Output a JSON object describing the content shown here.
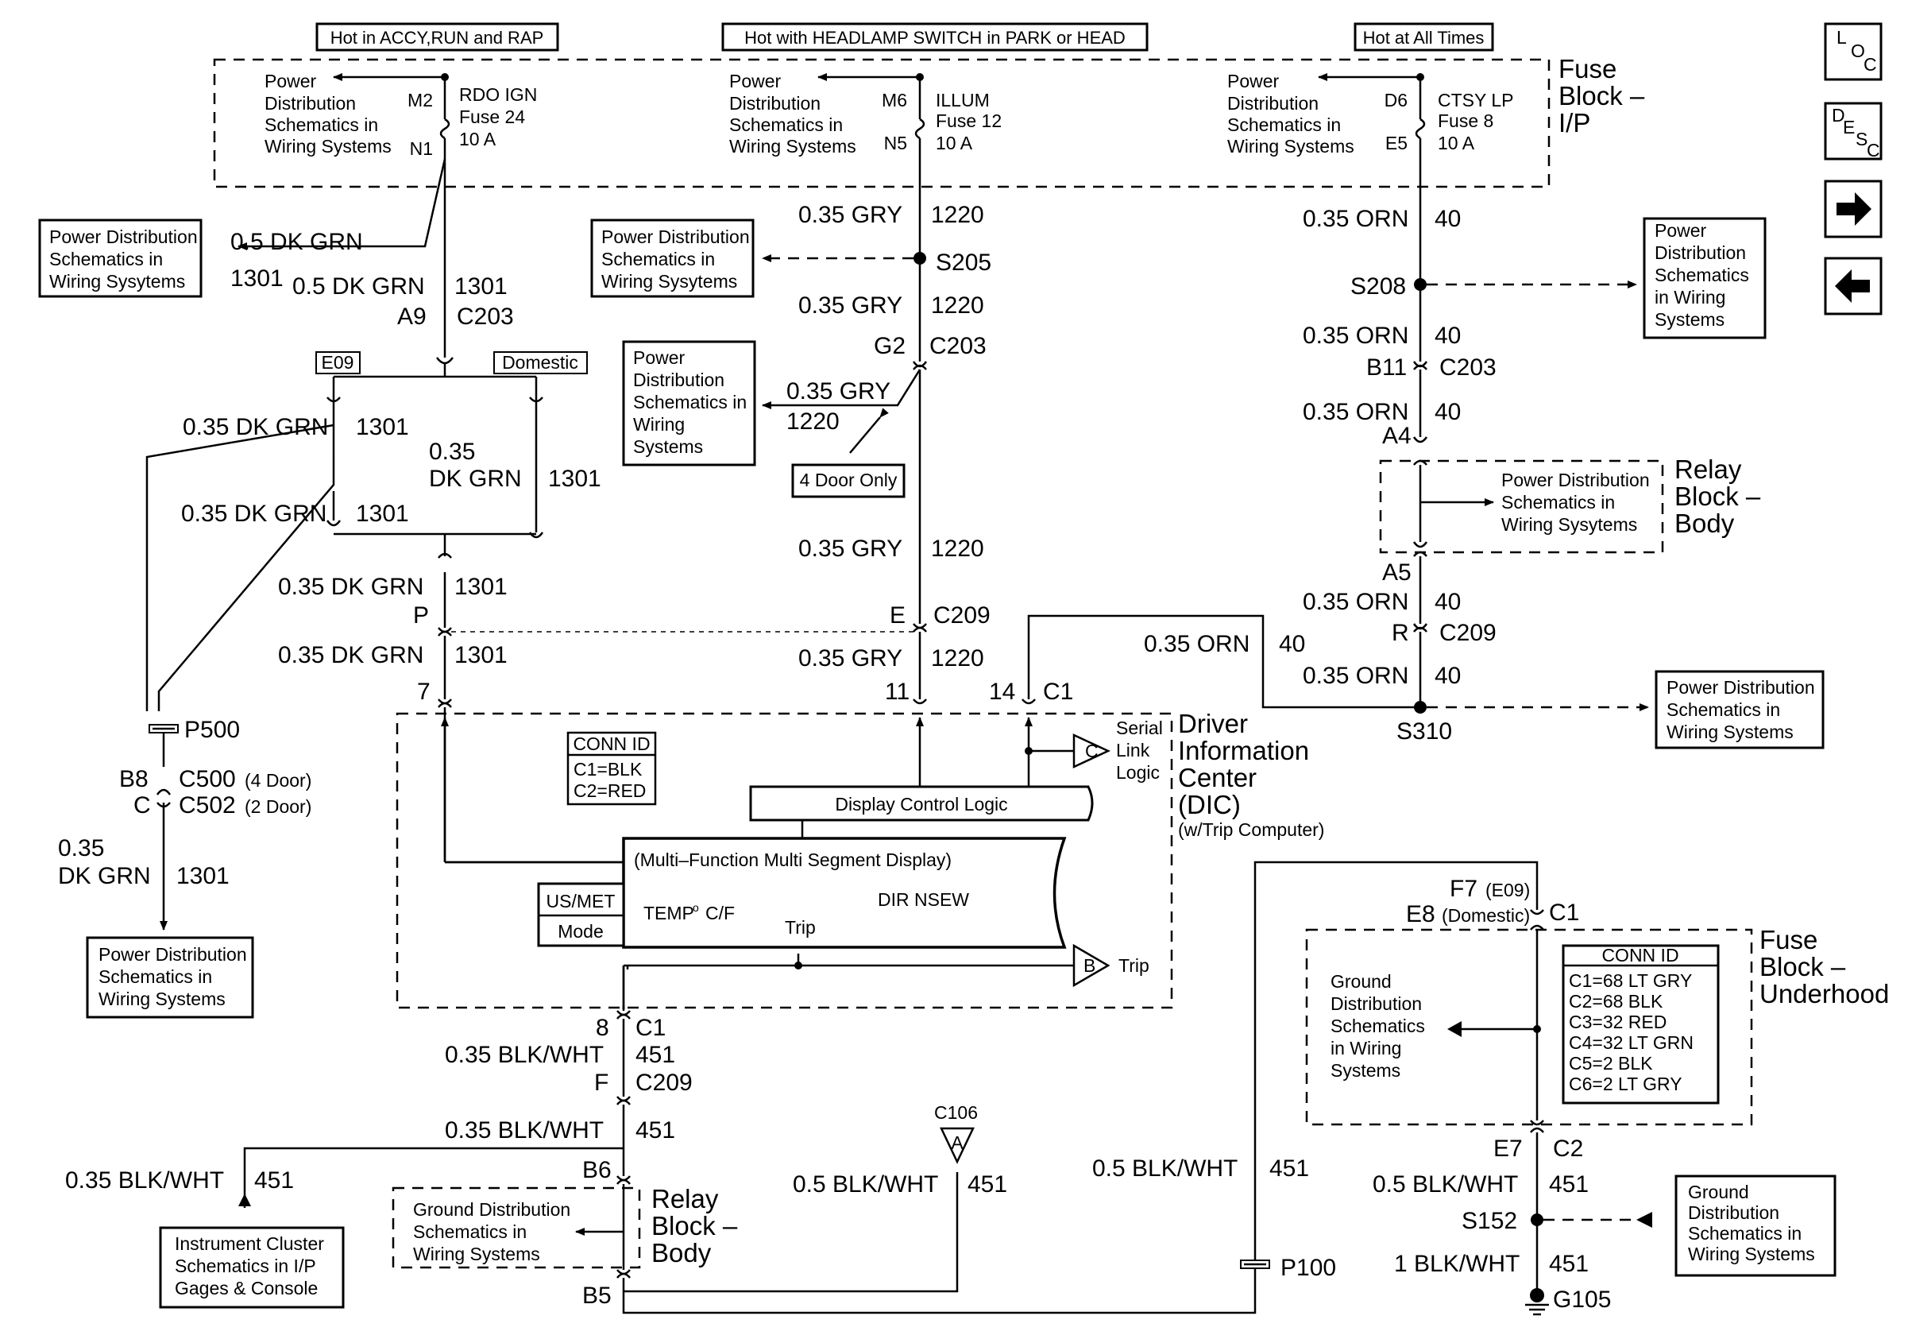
{
  "headers": {
    "accy": "Hot in ACCY,RUN and RAP",
    "headlamp": "Hot with HEADLAMP SWITCH in PARK or HEAD",
    "always": "Hot at All Times"
  },
  "fuse_block_ip": {
    "title1": "Fuse",
    "title2": "Block –",
    "title3": "I/P",
    "fuse24": {
      "pin_in": "M2",
      "pin_out": "N1",
      "name": "RDO IGN",
      "fuse": "Fuse 24",
      "rating": "10 A"
    },
    "fuse12": {
      "pin_in": "M6",
      "pin_out": "N5",
      "name": "ILLUM",
      "fuse": "Fuse 12",
      "rating": "10 A"
    },
    "fuse8": {
      "pin_in": "D6",
      "pin_out": "E5",
      "name": "CTSY LP",
      "fuse": "Fuse 8",
      "rating": "10 A"
    },
    "pd_text": [
      "Power",
      "Distribution",
      "Schematics in",
      "Wiring Systems"
    ]
  },
  "ref_boxes": {
    "pd_left": [
      "Power Distribution",
      "Schematics in",
      "Wiring Sysytems"
    ],
    "pd_s205": [
      "Power Distribution",
      "Schematics in",
      "Wiring Sysytems"
    ],
    "pd_4door": [
      "Power",
      "Distribution",
      "Schematics in",
      "Wiring",
      "Systems"
    ],
    "pd_s208": [
      "Power",
      "Distribution",
      "Schematics",
      "in Wiring",
      "Systems"
    ],
    "pd_relay": [
      "Power Distribution",
      "Schematics in",
      "Wiring Sysytems"
    ],
    "pd_s310": [
      "Power Distribution",
      "Schematics in",
      "Wiring Systems"
    ],
    "pd_bottom_left": [
      "Power Distribution",
      "Schematics in",
      "Wiring Systems"
    ],
    "instrument": [
      "Instrument Cluster",
      "Schematics in I/P",
      "Gages & Console"
    ],
    "gd_relay": [
      "Ground Distribution",
      "Schematics in",
      "Wiring Systems"
    ],
    "gd_underhood": [
      "Ground",
      "Distribution",
      "Schematics",
      "in Wiring",
      "Systems"
    ],
    "gd_s152": [
      "Ground",
      "Distribution",
      "Schematics in",
      "Wiring Systems"
    ]
  },
  "wires": {
    "dkgrn_05": "0.5 DK GRN",
    "dkgrn_035": "0.35 DK GRN",
    "dkgrn_035_a": "0.35",
    "dkgrn_035_b": "DK GRN",
    "gry": "0.35 GRY",
    "orn": "0.35 ORN",
    "blkwht_035": "0.35 BLK/WHT",
    "blkwht_05": "0.5 BLK/WHT",
    "blkwht_1": "1 BLK/WHT",
    "c1301": "1301",
    "c1220": "1220",
    "c40": "40",
    "c451": "451"
  },
  "connectors": {
    "a9": "A9",
    "c203": "C203",
    "g2": "G2",
    "b11": "B11",
    "a4": "A4",
    "a5": "A5",
    "p": "P",
    "e": "E",
    "c209": "C209",
    "r": "R",
    "pin7": "7",
    "pin11": "11",
    "pin14": "14",
    "c1": "C1",
    "p500": "P500",
    "b8": "B8",
    "c": "C",
    "c500": "C500",
    "c500_note": "(4 Door)",
    "c502": "C502",
    "c502_note": "(2 Door)",
    "pin8": "8",
    "f": "F",
    "b6": "B6",
    "b5": "B5",
    "c106": "C106",
    "a_tri": "A",
    "p100": "P100",
    "f7": "F7",
    "f7_note": "(E09)",
    "e8": "E8",
    "e8_note": "(Domestic)",
    "e7": "E7",
    "c2": "C2"
  },
  "splices": {
    "s205": "S205",
    "s208": "S208",
    "s310": "S310",
    "s152": "S152"
  },
  "ground": {
    "g105": "G105"
  },
  "options": {
    "e09": "E09",
    "domestic": "Domestic",
    "four_door": "4 Door Only"
  },
  "relay_block": {
    "title1": "Relay",
    "title2": "Block –",
    "title3": "Body"
  },
  "dic": {
    "title1": "Driver",
    "title2": "Information",
    "title3": "Center",
    "title4": "(DIC)",
    "title5": "(w/Trip Computer)",
    "conn_id_title": "CONN ID",
    "conn_id": [
      "C1=BLK",
      "C2=RED"
    ],
    "display_control": "Display Control Logic",
    "display": "(Multi–Function Multi Segment Display)",
    "temp": "TEMP",
    "temp_unit": "C/F",
    "dir": "DIR NSEW",
    "trip": "Trip",
    "usmet": "US/MET",
    "mode": "Mode",
    "serial1": "Serial",
    "serial2": "Link",
    "serial3": "Logic",
    "tri_c": "C",
    "tri_b": "B",
    "trip_out": "Trip"
  },
  "fuse_block_uh": {
    "title1": "Fuse",
    "title2": "Block –",
    "title3": "Underhood",
    "conn_id_title": "CONN ID",
    "conn_id": [
      "C1=68 LT GRY",
      "C2=68 BLK",
      "C3=32 RED",
      "C4=32 LT GRN",
      "C5=2 BLK",
      "C6=2 LT GRY"
    ]
  },
  "nav": {
    "loc": [
      "L",
      "O",
      "C"
    ],
    "desc": [
      "D",
      "E",
      "S",
      "C"
    ],
    "next_icon": "arrow-right-icon",
    "prev_icon": "arrow-left-icon"
  }
}
